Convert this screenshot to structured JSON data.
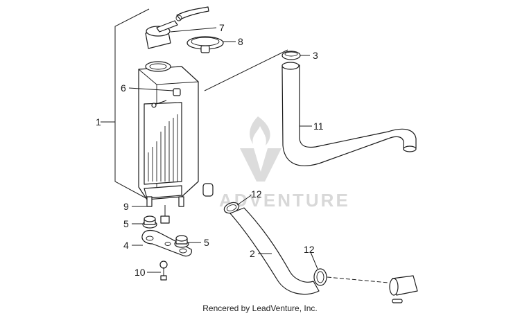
{
  "watermark": {
    "text": "ADVENTURE"
  },
  "callouts": [
    {
      "id": "c1",
      "label": "1"
    },
    {
      "id": "c2",
      "label": "2"
    },
    {
      "id": "c3",
      "label": "3"
    },
    {
      "id": "c4",
      "label": "4"
    },
    {
      "id": "c5a",
      "label": "5"
    },
    {
      "id": "c5b",
      "label": "5"
    },
    {
      "id": "c6",
      "label": "6"
    },
    {
      "id": "c7",
      "label": "7"
    },
    {
      "id": "c8",
      "label": "8"
    },
    {
      "id": "c9",
      "label": "9"
    },
    {
      "id": "c10",
      "label": "10"
    },
    {
      "id": "c11",
      "label": "11"
    },
    {
      "id": "c12a",
      "label": "12"
    },
    {
      "id": "c12b",
      "label": "12"
    }
  ],
  "footer": {
    "text": "Rencered by LeadVenture, Inc."
  }
}
